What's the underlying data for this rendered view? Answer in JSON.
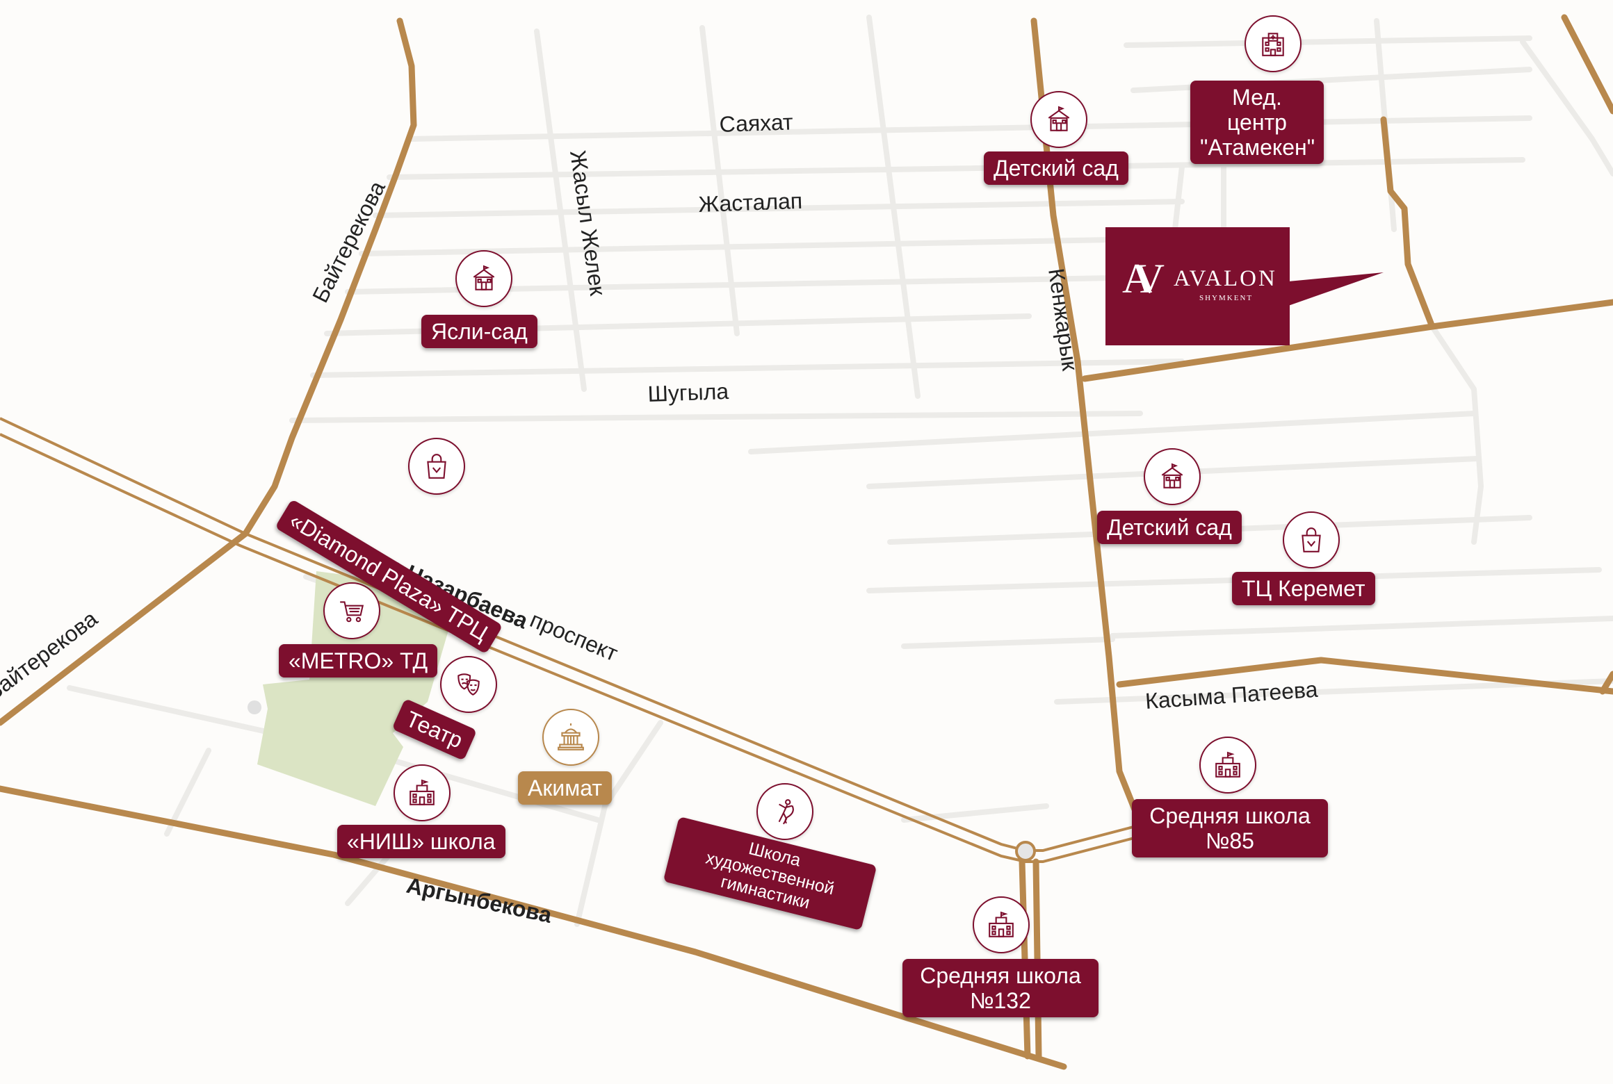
{
  "map": {
    "colors": {
      "background": "#fdfcfa",
      "minor_road": "#ecebe8",
      "major_road": "#b8884d",
      "park": "#dbe4c4",
      "label": "#7d0f2e",
      "label_gold": "#b8884d"
    },
    "streets": {
      "sayakhat": "Саяхат",
      "zhastalap": "Жасталап",
      "zhasyl_zhelek": "Жасыл Желек",
      "shugyla": "Шугыла",
      "bayterekova": "Байтерекова",
      "bayterekova_2": "Байтерекова",
      "kenzharyk": "Кенжарык",
      "nazarbayev": "Нурсултана Назарбаева",
      "prospekt": "проспект",
      "kasyma_pateeva": "Касыма Патеева",
      "argynbekova": "Аргынбекова"
    },
    "places": {
      "kindergarten_top": {
        "label": "Детский сад",
        "icon": "kindergarten-icon"
      },
      "med_center": {
        "label_line1": "Мед. центр",
        "label_line2": "\"Атамекен\"",
        "icon": "hospital-icon"
      },
      "yasli_sad": {
        "label": "Ясли-сад",
        "icon": "kindergarten-icon"
      },
      "diamond_plaza": {
        "label": "«Diamond Plaza» ТРЦ",
        "icon": "shopping-bag-icon"
      },
      "kindergarten_right": {
        "label": "Детский сад",
        "icon": "kindergarten-icon"
      },
      "keremet": {
        "label": "ТЦ Керемет",
        "icon": "shopping-bag-icon"
      },
      "metro": {
        "label": "«METRO» ТД",
        "icon": "shopping-cart-icon"
      },
      "teatr": {
        "label": "Театр",
        "icon": "theater-masks-icon"
      },
      "akimat": {
        "label": "Акимат",
        "icon": "government-building-icon"
      },
      "nish": {
        "label": "«НИШ» школа",
        "icon": "school-icon"
      },
      "gymnastics": {
        "label_line1": "Школа художественной",
        "label_line2": "гимнастики",
        "icon": "gymnast-icon"
      },
      "school_85": {
        "label_line1": "Средняя школа",
        "label_line2": "№85",
        "icon": "school-icon"
      },
      "school_132": {
        "label_line1": "Средняя школа",
        "label_line2": "№132",
        "icon": "school-icon"
      }
    },
    "avalon": {
      "monogram": "AV",
      "name": "AVALON",
      "subtitle": "SHYMKENT"
    }
  }
}
